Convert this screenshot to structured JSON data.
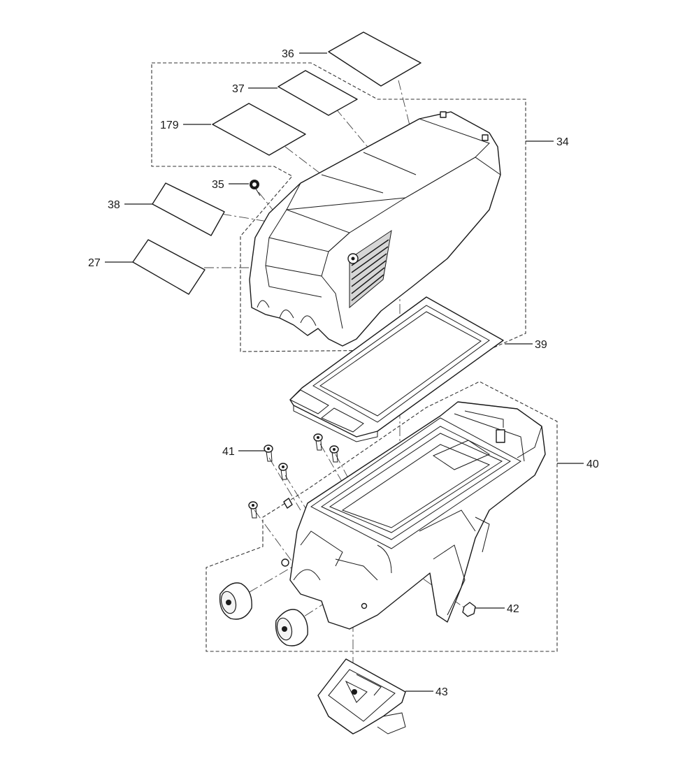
{
  "diagram": {
    "labels": [
      {
        "id": "36",
        "text": "36"
      },
      {
        "id": "37",
        "text": "37"
      },
      {
        "id": "179",
        "text": "179"
      },
      {
        "id": "35",
        "text": "35"
      },
      {
        "id": "38",
        "text": "38"
      },
      {
        "id": "27",
        "text": "27"
      },
      {
        "id": "34",
        "text": "34"
      },
      {
        "id": "39",
        "text": "39"
      },
      {
        "id": "41",
        "text": "41"
      },
      {
        "id": "40",
        "text": "40"
      },
      {
        "id": "42",
        "text": "42"
      },
      {
        "id": "43",
        "text": "43"
      }
    ],
    "colors": {
      "line": "#1a1a1a",
      "background": "#ffffff"
    }
  }
}
